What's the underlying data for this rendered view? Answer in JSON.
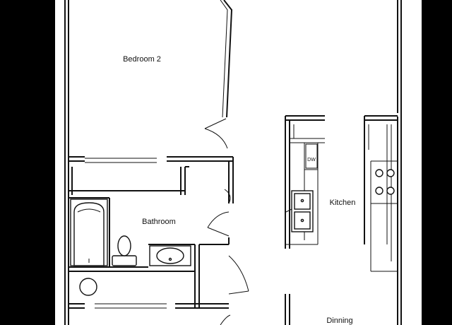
{
  "floorplan": {
    "rooms": [
      {
        "id": "bedroom-2",
        "label": "Bedroom 2"
      },
      {
        "id": "bathroom",
        "label": "Bathroom"
      },
      {
        "id": "kitchen",
        "label": "Kitchen"
      },
      {
        "id": "dining",
        "label": "Dinning"
      }
    ],
    "appliance_labels": {
      "dishwasher": "DW"
    },
    "fixtures": [
      "bathtub",
      "toilet",
      "bathroom-sink",
      "kitchen-double-sink",
      "stove-burners",
      "dishwasher",
      "water-heater"
    ],
    "colors": {
      "background_frame": "#000000",
      "page": "#ffffff",
      "lines": "#111111"
    }
  }
}
